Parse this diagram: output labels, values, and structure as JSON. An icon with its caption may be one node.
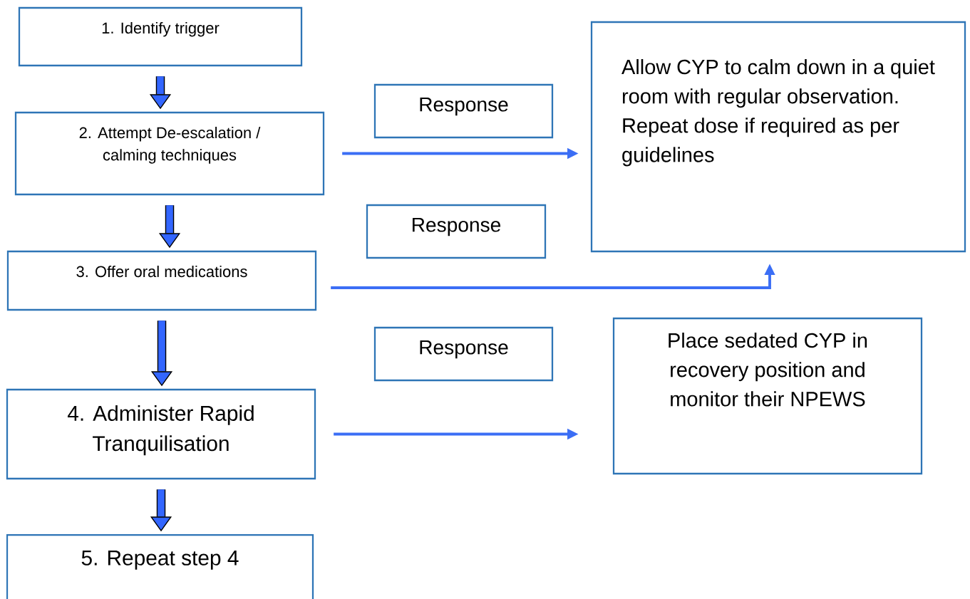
{
  "diagram": {
    "nodes": [
      {
        "text": [
          "1. Identify trigger"
        ]
      },
      {
        "text": [
          "2. Attempt De-escalation / calming techniques"
        ]
      },
      {
        "text": [
          "3. Offer oral medications"
        ]
      },
      {
        "text": [
          "4. Administer Rapid Tranquilisation"
        ]
      },
      {
        "text": [
          "5. Repeat step 4"
        ]
      },
      {
        "text": [
          "Response"
        ]
      },
      {
        "text": [
          "Response"
        ]
      },
      {
        "text": [
          "Response"
        ]
      },
      {
        "text": [
          "Allow CYP to calm down in a quiet room with regular observation.  Repeat dose if required as per guidelines"
        ]
      },
      {
        "text": [
          "Place sedated CYP in recovery position and monitor their NPEWS"
        ]
      }
    ],
    "edges": [
      {
        "from": 0,
        "to": 1,
        "arrow": "to"
      },
      {
        "from": 1,
        "to": 2,
        "arrow": "to"
      },
      {
        "from": 2,
        "to": 3,
        "arrow": "to"
      },
      {
        "from": 3,
        "to": 4,
        "arrow": "to"
      },
      {
        "from": 1,
        "to": 8,
        "arrow": "to",
        "color": "#3b6ef5"
      },
      {
        "from": 2,
        "to": 8,
        "arrow": "to",
        "color": "#3b6ef5"
      },
      {
        "from": 3,
        "to": 9,
        "arrow": "to",
        "color": "#3b6ef5"
      }
    ]
  }
}
